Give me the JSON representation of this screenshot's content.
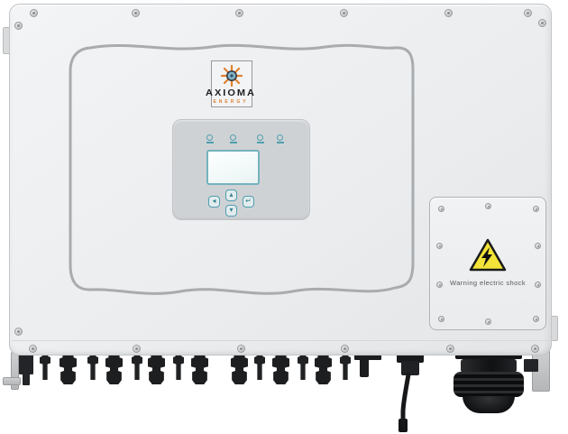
{
  "product": {
    "type": "solar inverter front view",
    "brand": "AXIOMA",
    "brand_subtitle": "ENERGY"
  },
  "front_panel": {
    "led_count": 4,
    "screen_state": "blank",
    "buttons": {
      "esc": {
        "icon": "esc-button-icon",
        "glyph": "◂"
      },
      "up": {
        "icon": "up-button-icon",
        "glyph": "▴"
      },
      "down": {
        "icon": "down-button-icon",
        "glyph": "▾"
      },
      "enter": {
        "icon": "enter-button-icon",
        "glyph": "↵"
      }
    }
  },
  "wirebox": {
    "warning_text": "Warning electric shock",
    "warning_icon": "high-voltage-triangle-icon",
    "screw_count": 10
  },
  "hardware": {
    "top_screw_count": 8,
    "bottom_screw_count": 7,
    "dc_connector_count": 14,
    "comm_connector": "comm-port-connector",
    "cable": "hanging-black-cable",
    "cable_gland": "black-cable-gland",
    "mounting_brackets": 2
  },
  "colors": {
    "background": "#ffffff",
    "body_gray": "#edeff1",
    "panel_gray": "#cfd2d5",
    "accent_teal": "#4f9fae",
    "warning_yellow": "#f2e438",
    "logo_orange": "#e0812f",
    "connector_black": "#1d1e20",
    "groove_line": "#a9acae"
  }
}
